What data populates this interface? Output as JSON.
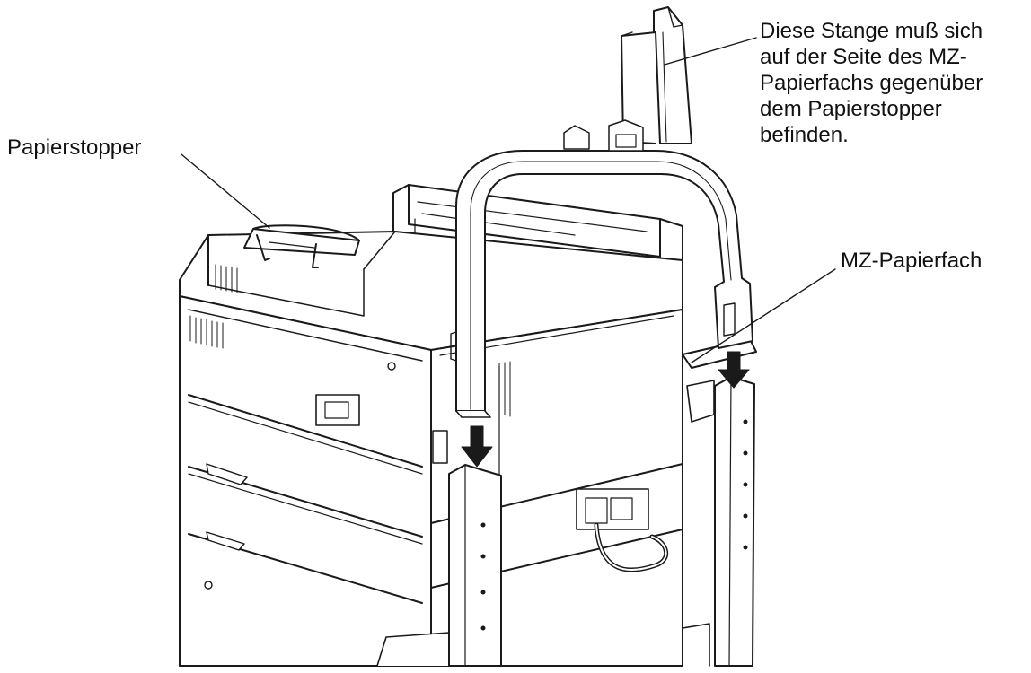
{
  "labels": {
    "paper_stopper": "Papierstopper",
    "rod_note": [
      "Diese Stange muß sich",
      "auf der Seite des MZ-",
      "Papierfachs gegenüber",
      "dem Papierstopper",
      "befinden."
    ],
    "mp_tray": "MZ-Papierfach"
  },
  "colors": {
    "ink": "#111111",
    "line": "#1a1a1a",
    "panel": "#ffffff",
    "shade": "#f2f2f2"
  }
}
